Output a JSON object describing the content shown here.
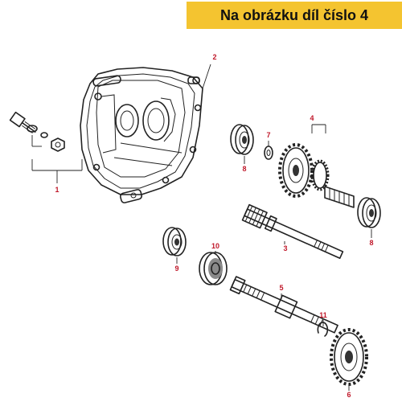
{
  "banner": {
    "text": "Na obrázku díl číslo 4",
    "background": "#f4c430"
  },
  "label_color": "#c0182a",
  "callouts": {
    "c1": "1",
    "c2": "2",
    "c3": "3",
    "c4": "4",
    "c5": "5",
    "c6": "6",
    "c7": "7",
    "c8a": "8",
    "c8b": "8",
    "c9": "9",
    "c10": "10",
    "c11": "11"
  }
}
